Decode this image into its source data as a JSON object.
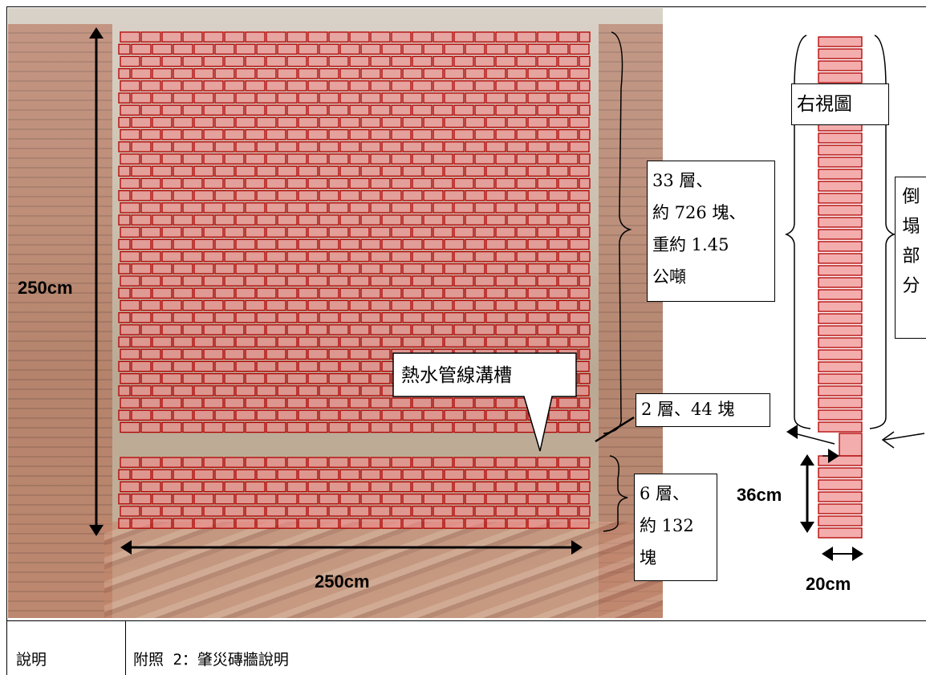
{
  "figure": {
    "labels": {
      "wall_height": "250cm",
      "wall_width": "250cm",
      "side_gap": "36cm",
      "side_thickness": "20cm"
    },
    "callouts": {
      "upper_layers": [
        "33 層、",
        "約 726 塊、",
        "重約 1.45",
        "公噸"
      ],
      "middle_layers": "2 層、44 塊",
      "lower_layers": [
        "6 層、",
        "約 132",
        "塊"
      ],
      "groove": "熱水管線溝槽",
      "side_view": "右視圖",
      "collapsed_part": [
        "倒",
        "塌",
        "部",
        "分"
      ]
    },
    "colors": {
      "brick_fill": "#f08a8a",
      "brick_stroke": "#b00000"
    }
  },
  "caption": {
    "label": "說明",
    "text": "附照 2：肇災磚牆說明"
  }
}
